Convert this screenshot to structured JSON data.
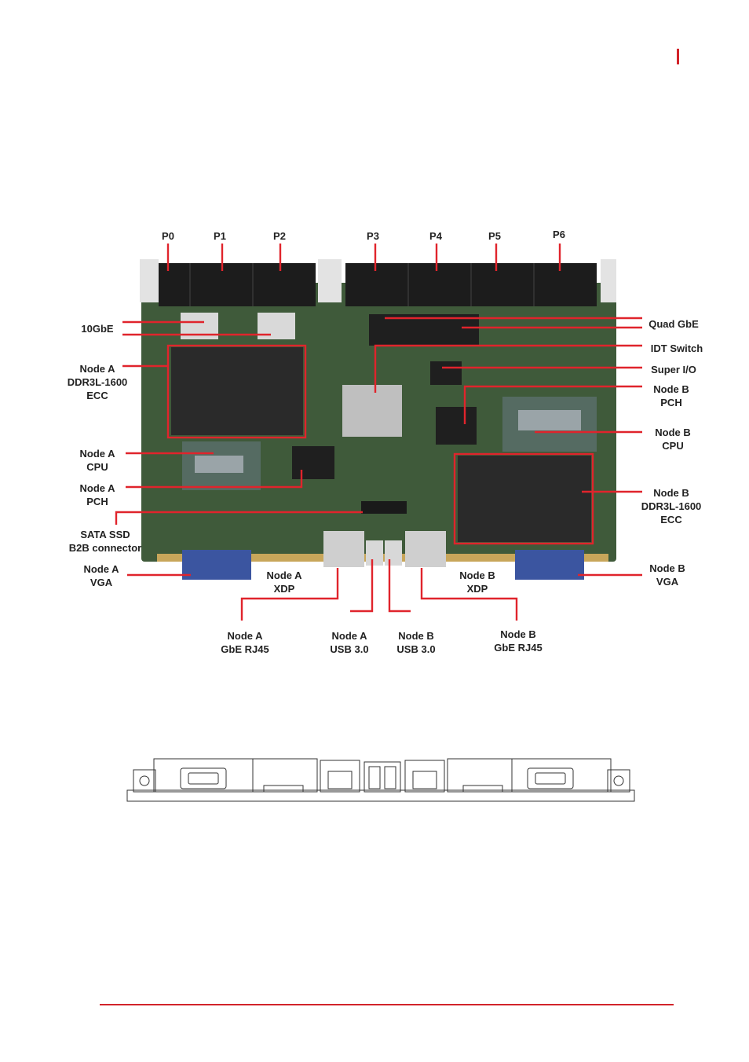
{
  "labels": {
    "p0": "P0",
    "p1": "P1",
    "p2": "P2",
    "p3": "P3",
    "p4": "P4",
    "p5": "P5",
    "p6": "P6",
    "tengbe": "10GbE",
    "node_a_ddr": [
      "Node A",
      "DDR3L-1600",
      "ECC"
    ],
    "node_a_cpu": [
      "Node A",
      "CPU"
    ],
    "node_a_pch": [
      "Node A",
      "PCH"
    ],
    "sata_ssd": [
      "SATA SSD",
      "B2B connector"
    ],
    "node_a_vga": [
      "Node A",
      "VGA"
    ],
    "node_a_xdp": [
      "Node A",
      "XDP"
    ],
    "node_a_rj45": [
      "Node A",
      "GbE RJ45"
    ],
    "node_a_usb": [
      "Node A",
      "USB 3.0"
    ],
    "node_b_usb": [
      "Node B",
      "USB 3.0"
    ],
    "node_b_rj45": [
      "Node B",
      "GbE RJ45"
    ],
    "node_b_xdp": [
      "Node B",
      "XDP"
    ],
    "node_b_vga": [
      "Node B",
      "VGA"
    ],
    "node_b_ddr": [
      "Node B",
      "DDR3L-1600",
      "ECC"
    ],
    "node_b_cpu": [
      "Node B",
      "CPU"
    ],
    "node_b_pch": [
      "Node B",
      "PCH"
    ],
    "super_io": "Super I/O",
    "idt_switch": "IDT Switch",
    "quad_gbe": "Quad GbE"
  },
  "colors": {
    "accent": "#d2232a",
    "board": "#3f5a3a",
    "connector": "#1c1c1c"
  }
}
